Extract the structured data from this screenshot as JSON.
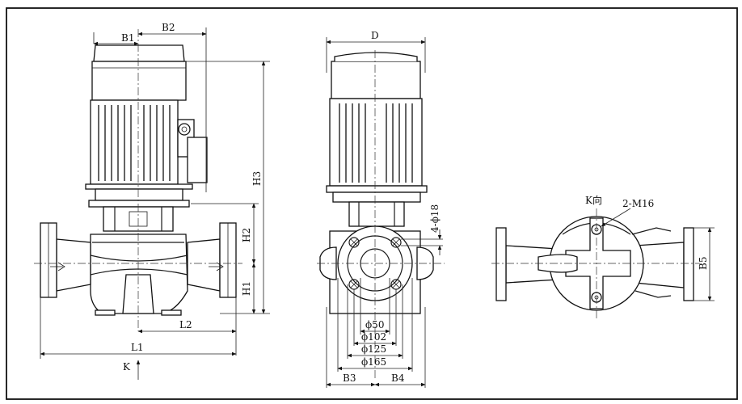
{
  "labels": {
    "b1": "B1",
    "b2": "B2",
    "h3": "H3",
    "h2": "H2",
    "h1": "H1",
    "l2": "L2",
    "l1": "L1",
    "k": "K",
    "d": "D",
    "holes": "4-ϕ18",
    "phi50": "ϕ50",
    "phi102": "ϕ102",
    "phi125": "ϕ125",
    "phi165": "ϕ165",
    "b3": "B3",
    "b4": "B4",
    "kdir": "K向",
    "m16": "2-M16",
    "b5": "B5"
  },
  "colors": {
    "line": "#1a1a1a",
    "background": "#ffffff"
  }
}
